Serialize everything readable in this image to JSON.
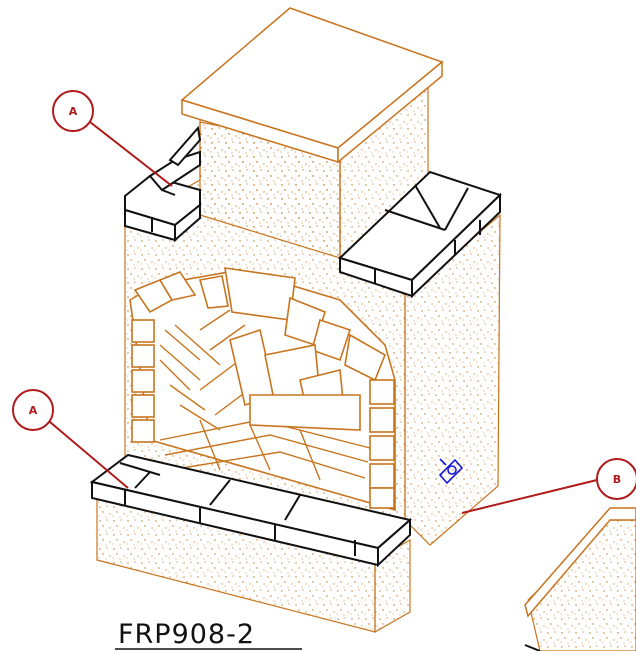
{
  "drawing": {
    "caption": "FRP908-2",
    "callouts": [
      {
        "label": "A"
      },
      {
        "label": "A"
      },
      {
        "label": "B"
      }
    ]
  },
  "colors": {
    "stucco": "#c8741e",
    "line": "#111111",
    "callout": "#b01a1a",
    "accent": "#1a1ad6",
    "background": "#ffffff"
  }
}
